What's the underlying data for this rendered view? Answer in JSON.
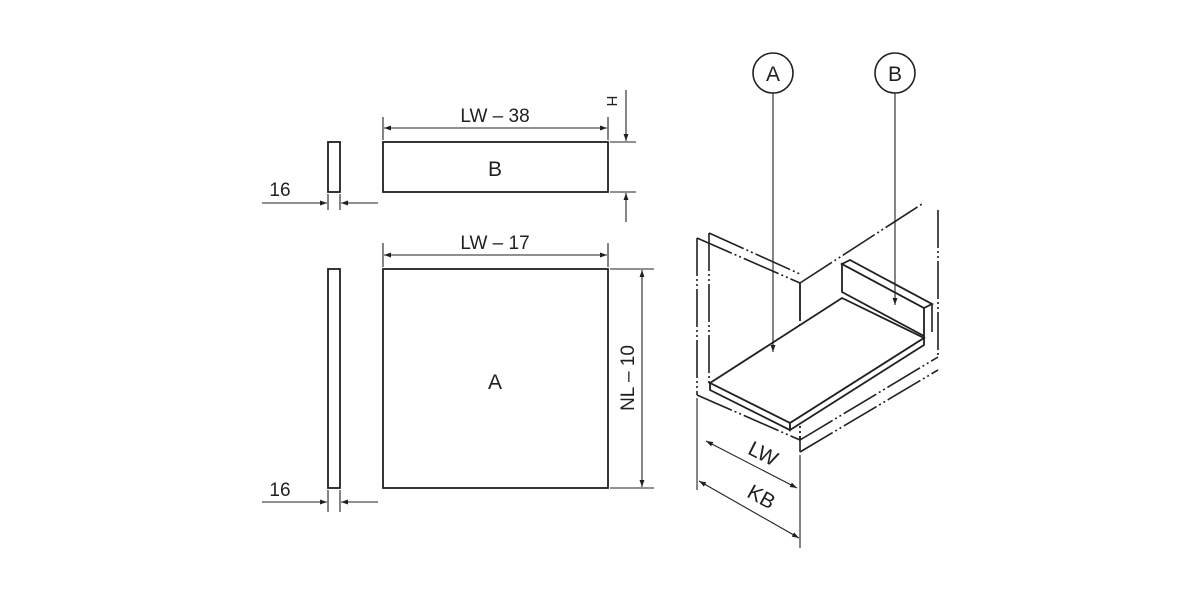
{
  "panels": {
    "b_label": "B",
    "a_label": "A",
    "b_width": "LW – 38",
    "a_width": "LW – 17",
    "a_height": "NL – 10",
    "b_height": "H",
    "thickness_top": "16",
    "thickness_bottom": "16"
  },
  "isometric": {
    "callout_a": "A",
    "callout_b": "B",
    "dim_inner": "LW",
    "dim_outer": "KB"
  },
  "colors": {
    "line": "#231f20",
    "background": "#ffffff"
  }
}
